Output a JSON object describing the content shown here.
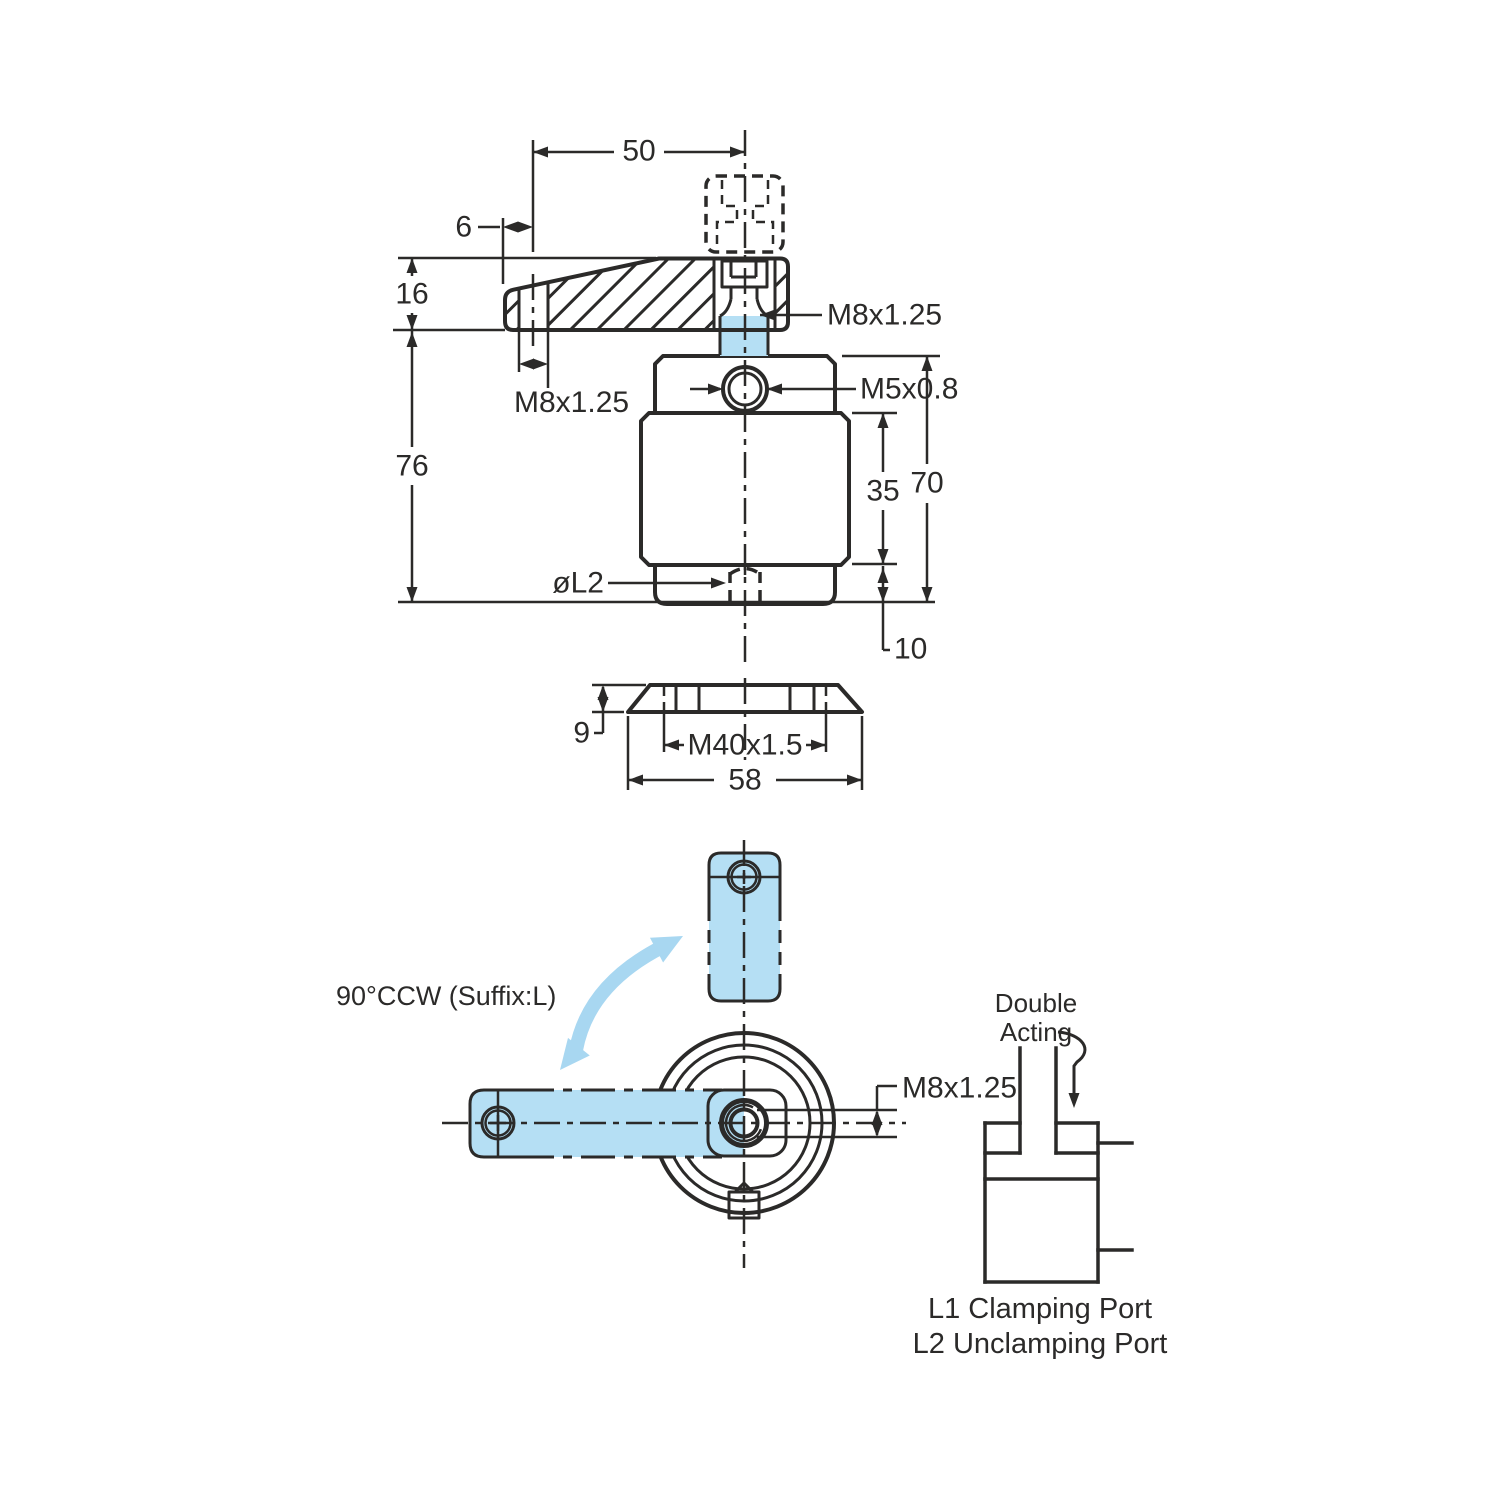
{
  "colors": {
    "part_fill": "#b5dff4",
    "line_color": "#2b2a29",
    "rotation_arrow": "#a8d7f1",
    "background": "#ffffff"
  },
  "front_view": {
    "dim_arm_length": "50",
    "dim_hole_offset": "6",
    "dim_arm_thickness": "16",
    "dim_total_height": "76",
    "arm_thread": "M8x1.25",
    "rod_thread": "M8x1.25",
    "port_thread": "M5x0.8",
    "dim_body_mid": "35",
    "dim_body_height": "70",
    "dim_bottom": "10",
    "bottom_port": "øL2"
  },
  "nut_view": {
    "dim_thickness": "9",
    "thread": "M40x1.5",
    "dim_width": "58"
  },
  "plan_view": {
    "rotation_note": "90°CCW (Suffix:L)",
    "hub_thread": "M8x1.25"
  },
  "schematic": {
    "label_line1": "Double",
    "label_line2": "Acting",
    "port_l1": "L1 Clamping Port",
    "port_l2": "L2 Unclamping Port"
  }
}
